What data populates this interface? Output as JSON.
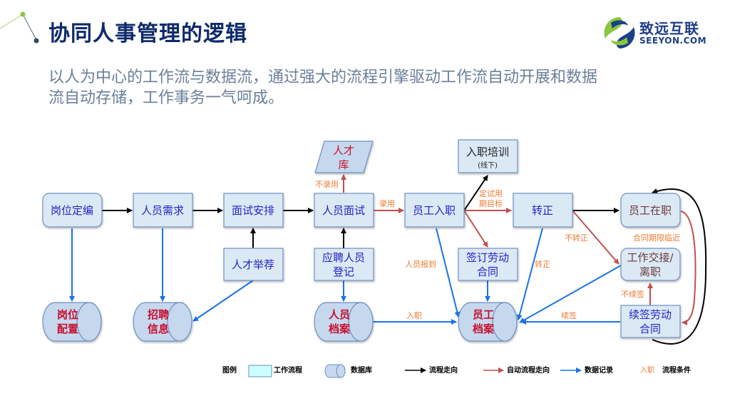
{
  "header": {
    "title": "协同人事管理的逻辑",
    "subtitle_line1": "以人为中心的工作流与数据流，通过强大的流程引擎驱动工作流自动开展和数据",
    "subtitle_line2": "流自动存储，工作事务一气呵成。"
  },
  "logo": {
    "name_cn": "致远互联",
    "name_en": "SEEYON.COM"
  },
  "colors": {
    "title": "#0e2a6b",
    "process_flow": "#000000",
    "auto_flow": "#c0504d",
    "data_record": "#1a73e8",
    "condition_text": "#f07a30",
    "db_text": "#c8102e",
    "box_text": "#2323c8"
  },
  "nodes": {
    "gangwei_dingbian": "岗位定编",
    "renyuan_xuqiu": "人员需求",
    "mianshi_anpai": "面试安排",
    "renyuan_mianshi": "人员面试",
    "yuangong_ruzhi": "员工入职",
    "zhuanzheng": "转正",
    "yuangong_zaizhi": "员工在职",
    "rencai_jujian": "人才举荐",
    "yingpin_line1": "应聘人员",
    "yingpin_line2": "登记",
    "qianding_line1": "签订劳动",
    "qianding_line2": "合同",
    "jiaojie_line1": "工作交接/",
    "jiaojie_line2": "离职",
    "xuqian_line1": "续签劳动",
    "xuqian_line2": "合同",
    "peixun_line1": "入职培训",
    "peixun_line2": "(线下)",
    "rencaiku_line1": "人才",
    "rencaiku_line2": "库"
  },
  "databases": {
    "gangwei_line1": "岗位",
    "gangwei_line2": "配置",
    "zhaopin_line1": "招聘",
    "zhaopin_line2": "信息",
    "renyuan_line1": "人员",
    "renyuan_line2": "档案",
    "yuangong_line1": "员工",
    "yuangong_line2": "档案"
  },
  "conditions": {
    "bu_luyong": "不录用",
    "luyong": "录用",
    "dingshiyong_line1": "定试用",
    "dingshiyong_line2": "期目标",
    "bu_zhuanzheng": "不转正",
    "hetong_qixian": "合同期限临近",
    "renyuan_baodao": "人员报到",
    "zhuanzheng": "转正",
    "bu_xuqian": "不续签",
    "ruzhi": "入职",
    "xuqian": "续签"
  },
  "legend": {
    "title": "图例",
    "work_flow": "工作流程",
    "database": "数据库",
    "process_direction": "流程走向",
    "auto_process_direction": "自动流程走向",
    "data_record": "数据记录",
    "condition_sample": "入职",
    "condition_label": "流程条件"
  }
}
